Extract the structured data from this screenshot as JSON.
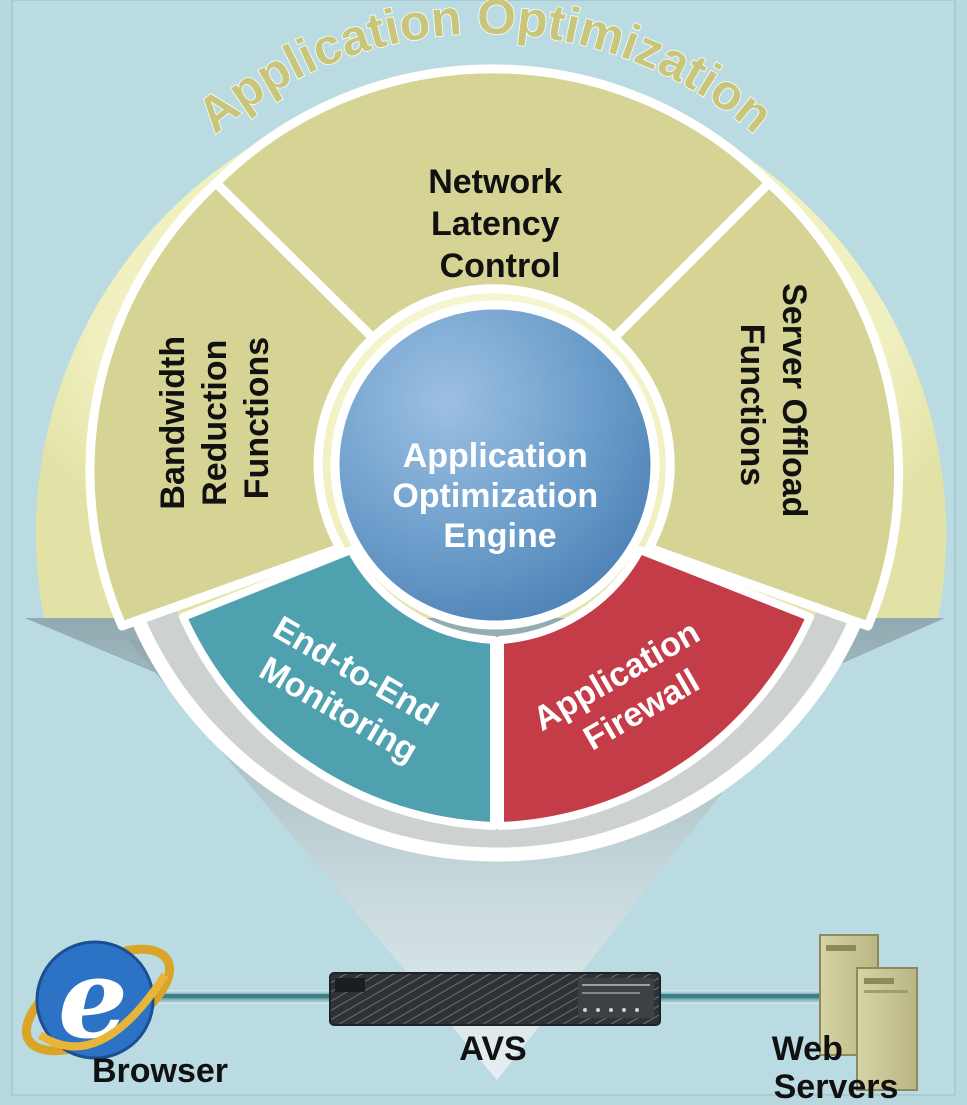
{
  "diagram": {
    "ring_title": "Application Optimization",
    "center": {
      "line1": "Application",
      "line2": "Optimization",
      "line3": "Engine"
    },
    "segments": {
      "network_latency": {
        "line1": "Network",
        "line2": "Latency",
        "line3": "Control"
      },
      "bandwidth_reduction": {
        "line1": "Bandwidth",
        "line2": "Reduction",
        "line3": "Functions"
      },
      "server_offload": {
        "line1": "Server Offload",
        "line2": "Functions"
      },
      "end_to_end": {
        "line1": "End-to-End",
        "line2": "Monitoring"
      },
      "app_firewall": {
        "line1": "Application",
        "line2": "Firewall"
      }
    },
    "devices": {
      "browser": "Browser",
      "avs": "AVS",
      "web_servers": {
        "line1": "Web",
        "line2": "Servers"
      }
    }
  },
  "colors": {
    "background": "#b8d8e0",
    "outer_ring": "#efefbf",
    "segment_yellow": "#d6d495",
    "engine_blue": "#6d9ecb",
    "monitoring_teal": "#4fa1b0",
    "firewall_red": "#c43c47",
    "ring_title": "#c9c67c"
  },
  "icons": [
    "internet-explorer-icon",
    "network-appliance-icon",
    "web-servers-icon"
  ]
}
